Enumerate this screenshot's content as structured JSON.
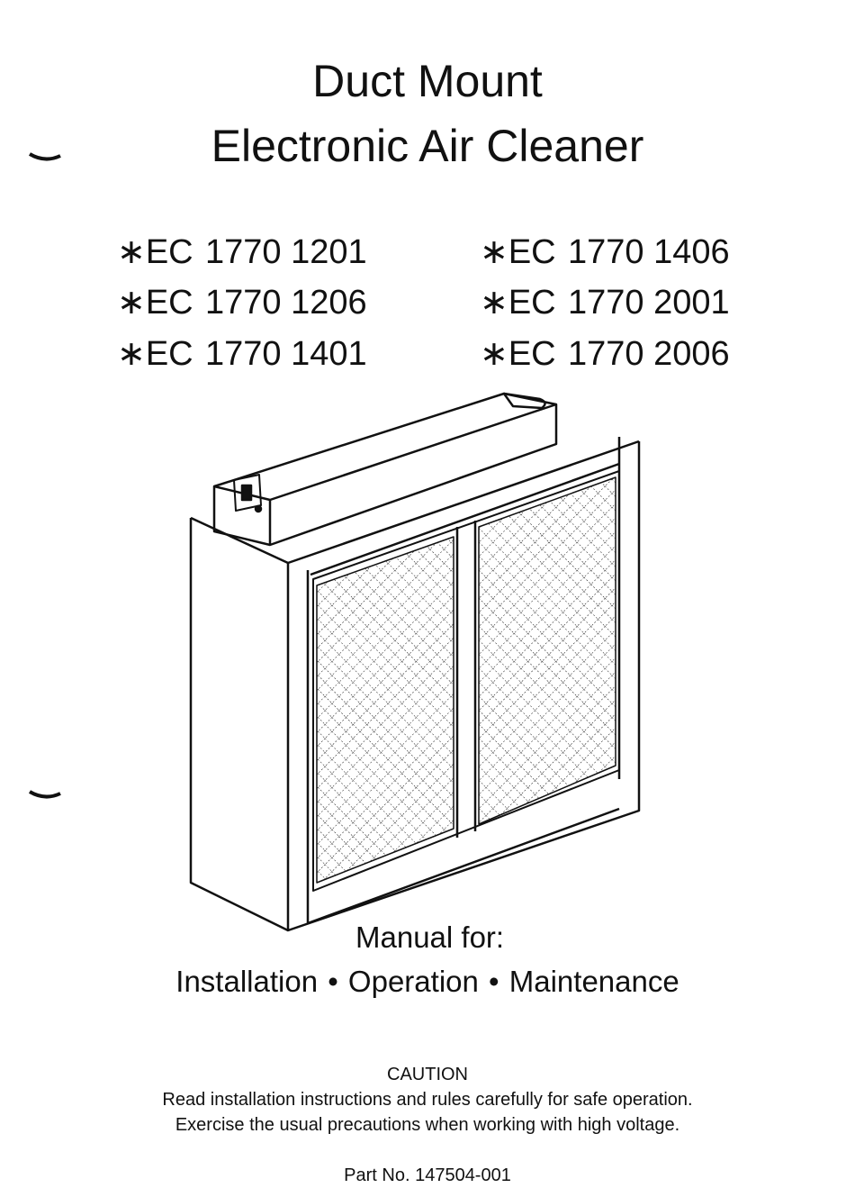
{
  "title": {
    "line1": "Duct Mount",
    "line2": "Electronic Air Cleaner"
  },
  "models": [
    {
      "prefix": "∗EC",
      "number": "1770 1201"
    },
    {
      "prefix": "∗EC",
      "number": "1770 1206"
    },
    {
      "prefix": "∗EC",
      "number": "1770 1401"
    },
    {
      "prefix": "∗EC",
      "number": "1770 1406"
    },
    {
      "prefix": "∗EC",
      "number": "1770 2001"
    },
    {
      "prefix": "∗EC",
      "number": "1770 2006"
    }
  ],
  "manual": {
    "heading": "Manual for:",
    "topics": "Installation • Operation • Maintenance"
  },
  "caution": {
    "heading": "CAUTION",
    "line1": "Read installation instructions and rules carefully for safe operation.",
    "line2": "Exercise the usual precautions when working with high voltage."
  },
  "part_number": "Part No. 147504-001",
  "illustration": {
    "subject": "electronic-air-cleaner-unit",
    "line_color": "#111111"
  }
}
